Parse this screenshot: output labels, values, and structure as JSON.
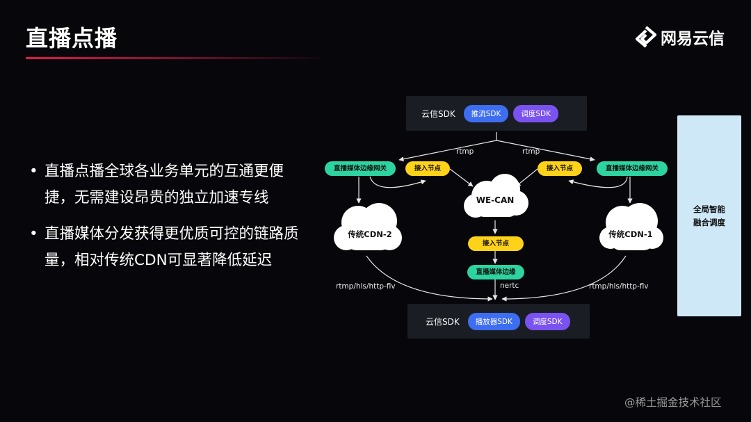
{
  "slide": {
    "title": "直播点播",
    "logo_text": "网易云信",
    "bullets": [
      "直播点播全球各业务单元的互通更便捷，无需建设昂贵的独立加速专线",
      "直播媒体分发获得更优质可控的链路质量，相对传统CDN可显著降低延迟"
    ],
    "bullet_marker": "•",
    "watermark": "@稀土掘金技术社区"
  },
  "diagram": {
    "top_sdk": {
      "label": "云信SDK",
      "pills": [
        "推流SDK",
        "调度SDK"
      ]
    },
    "bottom_sdk": {
      "label": "云信SDK",
      "pills": [
        "播放器SDK",
        "调度SDK"
      ]
    },
    "left_gateway": "直播媒体边缘网关",
    "right_gateway": "直播媒体边缘网关",
    "left_access": "接入节点",
    "right_access": "接入节点",
    "center_cloud": "WE-CAN",
    "center_access": "接入节点",
    "center_edge": "直播媒体边缘",
    "left_cdn": "传统CDN-2",
    "right_cdn": "传统CDN-1",
    "edge_labels": {
      "rtmp_left": "rtmp",
      "rtmp_right": "rtmp",
      "flv_left": "rtmp/hls/http-flv",
      "flv_right": "rtmp/hls/http-flv",
      "nertc": "nertc"
    },
    "side_box": "全局智能融合调度"
  },
  "colors": {
    "background": "#07070b",
    "accent_red": "#e6144e",
    "gateway_green": "#2dd4a0",
    "access_yellow": "#ffd21a",
    "pill_blue": "#3d6df0",
    "pill_purple": "#7a52f0",
    "side_box": "#cfe8f8"
  }
}
